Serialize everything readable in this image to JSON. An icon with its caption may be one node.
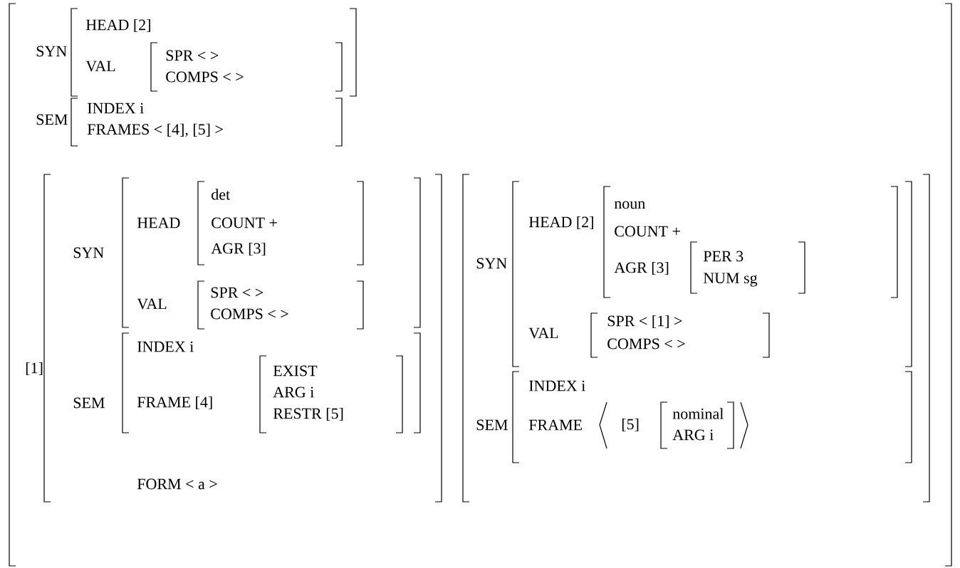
{
  "diagram": {
    "labels": [
      "SYN",
      "HEAD [2]",
      "VAL",
      "SPR  <   >",
      "COMPS  <   >",
      "SEM",
      "INDEX i",
      "FRAMES  < [4],  [5] >",
      "[1]",
      "SYN",
      "HEAD",
      "det",
      "COUNT +",
      "AGR [3]",
      "VAL",
      "SPR  <   >",
      "COMPS  <   >",
      "SEM",
      "INDEX i",
      "FRAME [4]",
      "EXIST",
      "ARG i",
      "RESTR [5]",
      "FORM  < a >",
      "SYN",
      "HEAD [2]",
      "noun",
      "COUNT +",
      "AGR [3]",
      "PER 3",
      "NUM sg",
      "VAL",
      "SPR  < [1] >",
      "COMPS  <   >",
      "SEM",
      "INDEX  i",
      "FRAME",
      "[5]",
      "nominal",
      "ARG i"
    ]
  }
}
